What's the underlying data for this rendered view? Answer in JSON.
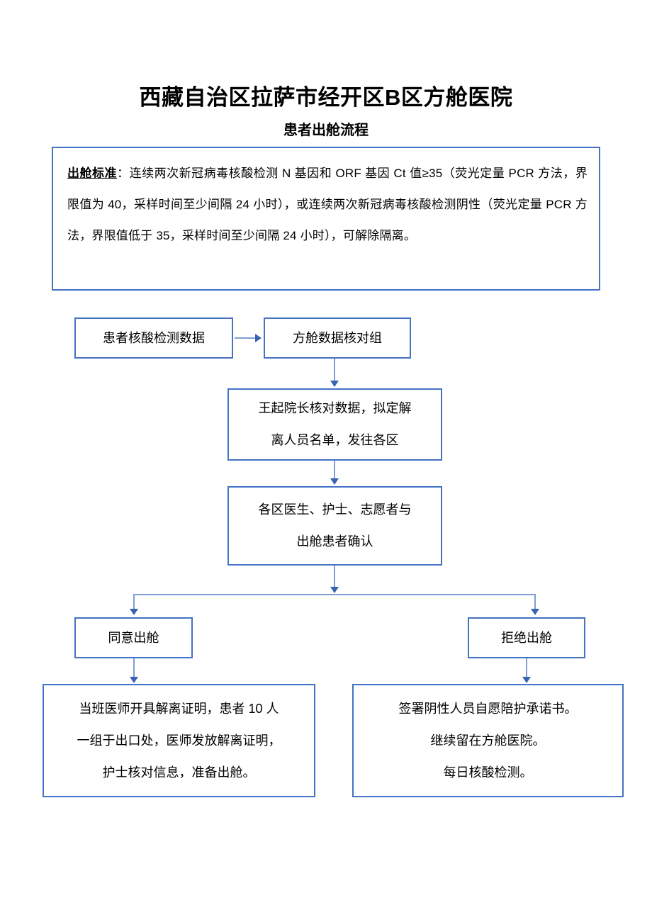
{
  "document": {
    "title_main": "西藏自治区拉萨市经开区B区方舱医院",
    "title_sub": "患者出舱流程"
  },
  "standards": {
    "label": "出舱标准",
    "separator": "：",
    "body": "连续两次新冠病毒核酸检测 N 基因和 ORF 基因 Ct 值≥35（荧光定量 PCR 方法，界限值为 40，采样时间至少间隔 24 小时），或连续两次新冠病毒核酸检测阴性（荧光定量 PCR 方法，界限值低于 35，采样时间至少间隔 24 小时），可解除隔离。"
  },
  "flow": {
    "nodes": {
      "data": {
        "label": "患者核酸检测数据"
      },
      "verify": {
        "label": "方舱数据核对组"
      },
      "director": {
        "line1": "王起院长核对数据，拟定解",
        "line2": "离人员名单，发往各区"
      },
      "confirm": {
        "line1": "各区医生、护士、志愿者与",
        "line2": "出舱患者确认"
      },
      "agree": {
        "label": "同意出舱"
      },
      "refuse": {
        "label": "拒绝出舱"
      },
      "discharge": {
        "line1": "当班医师开具解离证明，患者 10 人",
        "line2": "一组于出口处，医师发放解离证明，",
        "line3": "护士核对信息，准备出舱。"
      },
      "stay": {
        "line1": "签署阴性人员自愿陪护承诺书。",
        "line2": "继续留在方舱医院。",
        "line3": "每日核酸检测。"
      }
    }
  },
  "style": {
    "border_color": "#4472C4",
    "connector_color": "#7F9FD4",
    "arrow_color": "#3A62B0",
    "text_color": "#000000",
    "background": "#FFFFFF"
  }
}
